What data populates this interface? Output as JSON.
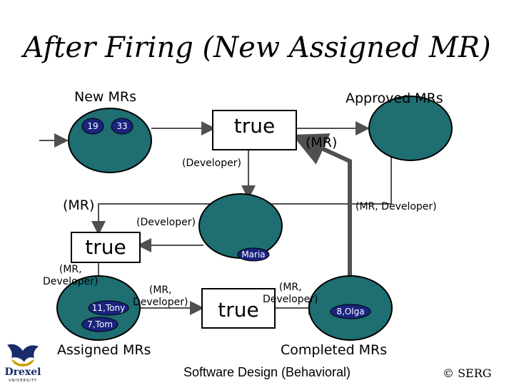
{
  "title": "After Firing (New Assigned MR)",
  "colors": {
    "place_fill": "#1e6e72",
    "place_stroke": "#000000",
    "token_fill": "#1a237e",
    "arc": "#505050"
  },
  "places": {
    "new_mrs": "New MRs",
    "approved_mrs": "Approved MRs",
    "assigned_mrs": "Assigned MRs",
    "completed_mrs": "Completed MRs"
  },
  "tokens": {
    "new_1": "19",
    "new_2": "33",
    "developers": "Maria",
    "assigned_1": "11,Tony",
    "assigned_2": "7,Tom",
    "completed_1": "8,Olga"
  },
  "transitions": {
    "approve": "true",
    "assign": "true",
    "complete": "true"
  },
  "arc_labels": {
    "mr_top": "(MR)",
    "developer_top": "(Developer)",
    "mr_left": "(MR)",
    "mr_developer_right": "(MR, Developer)",
    "developer_mid": "(Developer)",
    "mr_developer_left": "(MR,\nDeveloper)",
    "mr_developer_mid": "(MR,\nDeveloper)",
    "mr_developer_bottom": "(MR,\nDeveloper)"
  },
  "footer": {
    "center": "Software Design (Behavioral)",
    "right": "© SERG",
    "logo_text": "Drexel",
    "logo_sub": "UNIVERSITY"
  }
}
